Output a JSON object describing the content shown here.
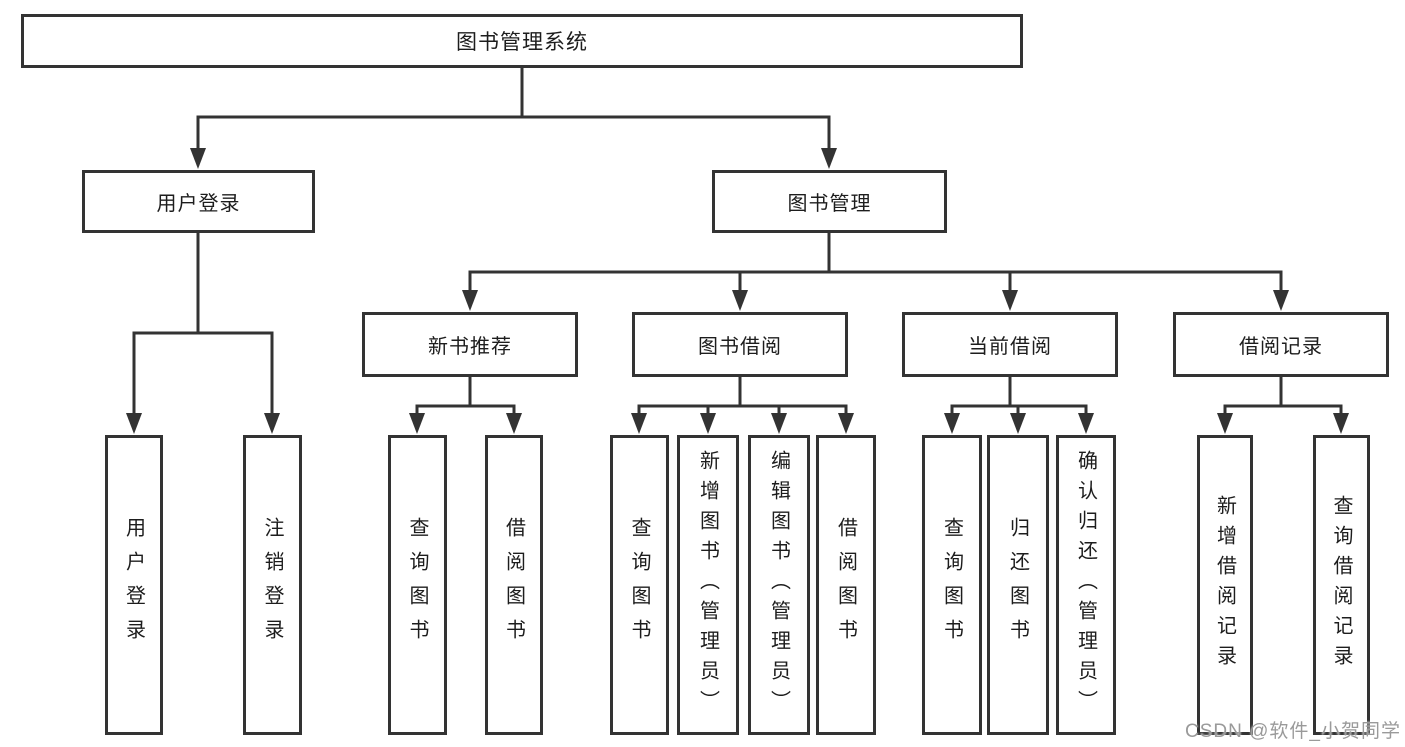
{
  "tree": {
    "label": "图书管理系统",
    "children": [
      {
        "label": "用户登录",
        "children": [
          {
            "label": "用户登录"
          },
          {
            "label": "注销登录"
          }
        ]
      },
      {
        "label": "图书管理",
        "children": [
          {
            "label": "新书推荐",
            "children": [
              {
                "label": "查询图书"
              },
              {
                "label": "借阅图书"
              }
            ]
          },
          {
            "label": "图书借阅",
            "children": [
              {
                "label": "查询图书"
              },
              {
                "label": "新增图书（管理员）"
              },
              {
                "label": "编辑图书（管理员）"
              },
              {
                "label": "借阅图书"
              }
            ]
          },
          {
            "label": "当前借阅",
            "children": [
              {
                "label": "查询图书"
              },
              {
                "label": "归还图书"
              },
              {
                "label": "确认归还（管理员）"
              }
            ]
          },
          {
            "label": "借阅记录",
            "children": [
              {
                "label": "新增借阅记录"
              },
              {
                "label": "查询借阅记录"
              }
            ]
          }
        ]
      }
    ]
  },
  "watermark": {
    "text": "CSDN @软件_小贺同学"
  },
  "colors": {
    "line": "#333333",
    "box_border": "#333333",
    "text": "#1d1d1d",
    "watermark": "#9a9a9a",
    "background": "#ffffff"
  }
}
